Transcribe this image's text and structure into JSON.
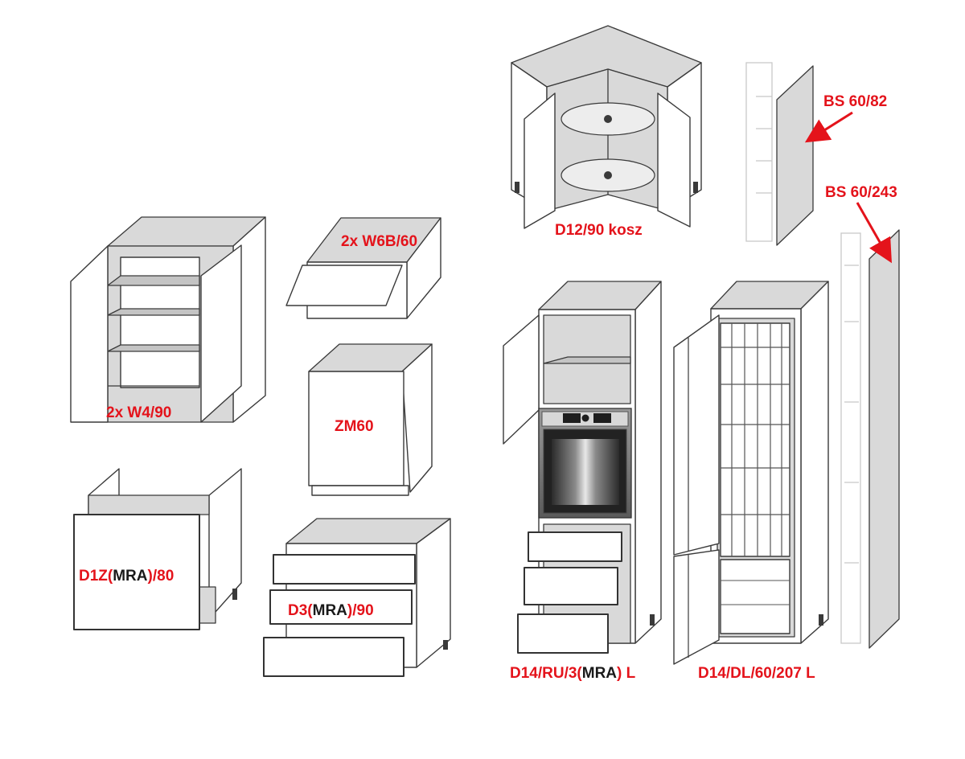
{
  "labels": {
    "w4": "2x W4/90",
    "w6b": "2x W6B/60",
    "zm60": "ZM60",
    "d1z_a": "D1Z(",
    "d1z_b": "MRA",
    "d1z_c": ")/80",
    "d3_a": "D3(",
    "d3_b": "MRA",
    "d3_c": ")/90",
    "d12": "D12/90 kosz",
    "d14ru_a": "D14/RU/3(",
    "d14ru_b": "MRA",
    "d14ru_c": ") L",
    "d14dl": "D14/DL/60/207 L",
    "bs82": "BS 60/82",
    "bs243": "BS 60/243"
  },
  "colors": {
    "label_red": "#e4131b",
    "label_black": "#1a1a1a",
    "arrow_red": "#e4131b"
  }
}
